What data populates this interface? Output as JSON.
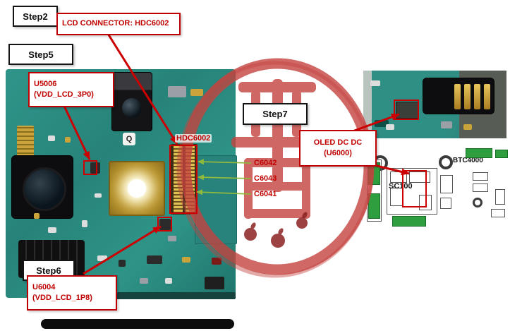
{
  "steps": {
    "s2": "Step2",
    "s5": "Step5",
    "s6": "Step6",
    "s7": "Step7"
  },
  "callouts": {
    "lcd_connector": "LCD CONNECTOR: HDC6002",
    "u5006": {
      "name": "U5006",
      "rail": "(VDD_LCD_3P0)"
    },
    "u6004": {
      "name": "U6004",
      "rail": "(VDD_LCD_1P8)"
    },
    "oled": {
      "name": "OLED DC DC",
      "ref": "(U6000)"
    },
    "hdc6002": "HDC6002"
  },
  "capacitors": [
    "C6042",
    "C6043",
    "C6041"
  ],
  "schematic": {
    "btc4000": "BTC4000",
    "sc100": "SC100"
  },
  "board": {
    "camera_chip": "Q"
  },
  "colors": {
    "annotation_red": "#cc0000",
    "arrow_green": "#8fb93c",
    "board_teal": "#2e8f85",
    "stamp_red": "#c4423e",
    "pad_gold": "#b28f2c"
  }
}
